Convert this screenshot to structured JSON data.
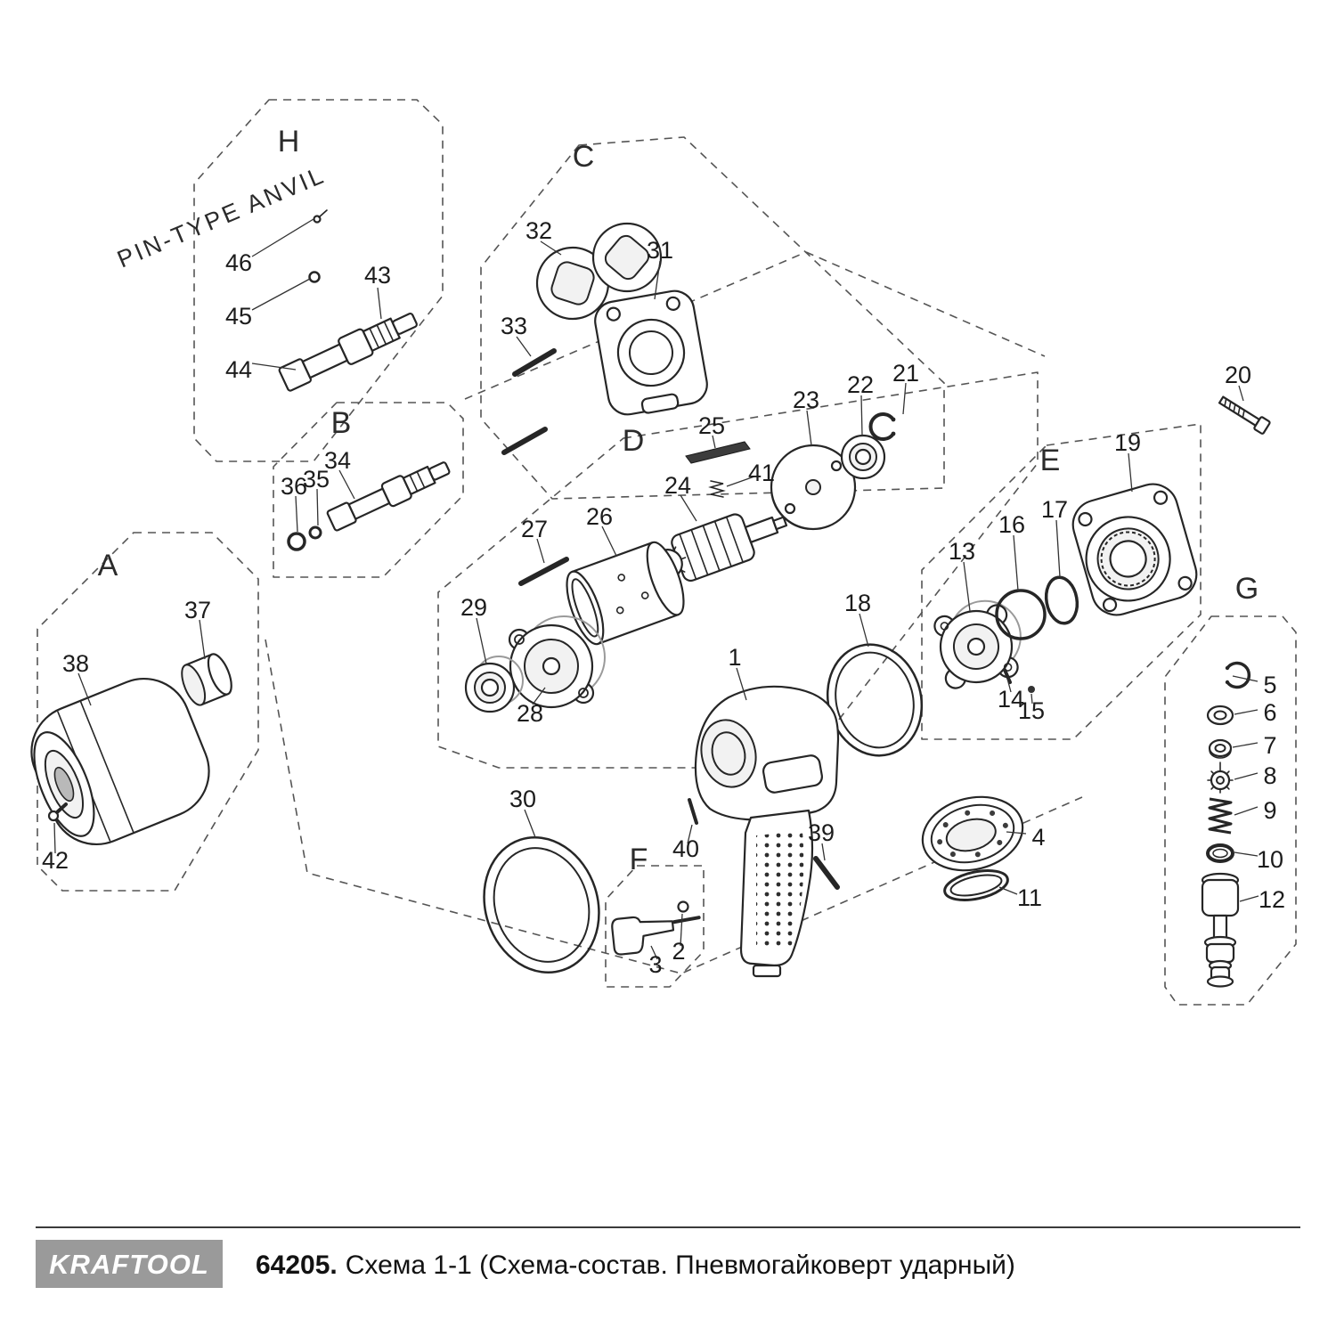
{
  "footer": {
    "logo": "KRAFTOOL",
    "code": "64205.",
    "title": "Схема 1-1 (Схема-состав. Пневмогайковерт ударный)"
  },
  "diagram": {
    "anvil_note": "PIN-TYPE  ANVIL"
  },
  "groups": {
    "A": "A",
    "B": "B",
    "C": "C",
    "D": "D",
    "E": "E",
    "F": "F",
    "G": "G",
    "H": "H"
  },
  "parts": {
    "p1": "1",
    "p2": "2",
    "p3": "3",
    "p4": "4",
    "p5": "5",
    "p6": "6",
    "p7": "7",
    "p8": "8",
    "p9": "9",
    "p10": "10",
    "p11": "11",
    "p12": "12",
    "p13": "13",
    "p14": "14",
    "p15": "15",
    "p16": "16",
    "p17": "17",
    "p18": "18",
    "p19": "19",
    "p20": "20",
    "p21": "21",
    "p22": "22",
    "p23": "23",
    "p24": "24",
    "p25": "25",
    "p26": "26",
    "p27": "27",
    "p28": "28",
    "p29": "29",
    "p30": "30",
    "p31": "31",
    "p32": "32",
    "p33": "33",
    "p34": "34",
    "p35": "35",
    "p36": "36",
    "p37": "37",
    "p38": "38",
    "p39": "39",
    "p40": "40",
    "p41": "41",
    "p42": "42",
    "p43": "43",
    "p44": "44",
    "p45": "45",
    "p46": "46"
  }
}
